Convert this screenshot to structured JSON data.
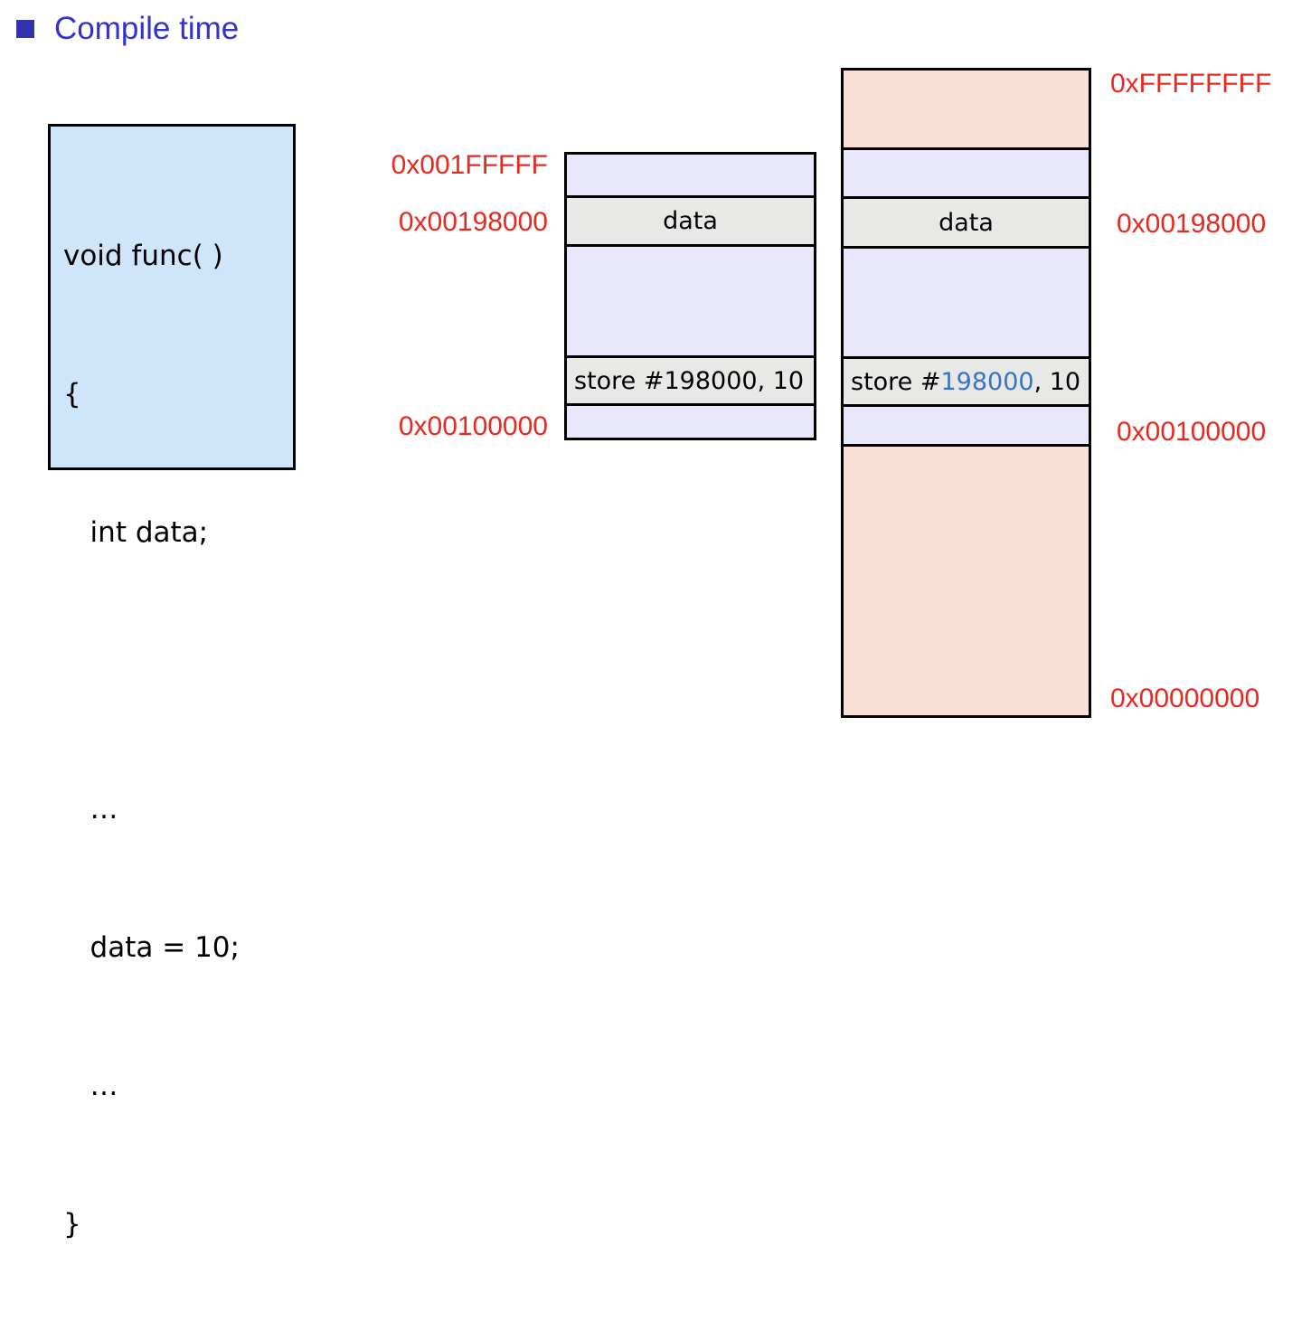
{
  "slide": {
    "title": "Compile time",
    "bullet_icon": "square-bullet-icon",
    "title_color": "#3333cc",
    "bullet_color": "#3333b2"
  },
  "code_panel": {
    "background_color": "#cfe5fa",
    "lines": [
      "void func( )",
      "{",
      "   int data;",
      "",
      "   …",
      "   data = 10;",
      "   …",
      "}"
    ]
  },
  "diagram_colors": {
    "free_memory": "#e8e7fb",
    "occupied": "#e8e8e6",
    "out_of_range": "#fadfd7",
    "address_text": "#e8291f",
    "highlight_address": "#3b72c4"
  },
  "left_labels": [
    {
      "text": "0x001FFFFF"
    },
    {
      "text": "0x00198000"
    },
    {
      "text": "0x00100000"
    }
  ],
  "middle_column": {
    "name": "logical-address-space",
    "rows": [
      {
        "fill": "free",
        "label": ""
      },
      {
        "fill": "occupied",
        "label": "data"
      },
      {
        "fill": "free",
        "label": ""
      },
      {
        "fill": "occupied",
        "label_pre": "store #",
        "label_addr": "198000",
        "label_post": ", 10"
      },
      {
        "fill": "free",
        "label": ""
      }
    ]
  },
  "right_column": {
    "name": "physical-address-space",
    "rows": [
      {
        "fill": "outofrange",
        "label": ""
      },
      {
        "fill": "free",
        "label": ""
      },
      {
        "fill": "occupied",
        "label": "data"
      },
      {
        "fill": "free",
        "label": ""
      },
      {
        "fill": "occupied",
        "label_pre": "store #",
        "label_addr": "198000",
        "label_post": ", 10",
        "addr_highlighted": true
      },
      {
        "fill": "free",
        "label": ""
      },
      {
        "fill": "outofrange",
        "label": ""
      }
    ]
  },
  "right_labels": [
    {
      "text": "0xFFFFFFFF"
    },
    {
      "text": "0x00198000"
    },
    {
      "text": "0x00100000"
    },
    {
      "text": "0x00000000"
    }
  ]
}
